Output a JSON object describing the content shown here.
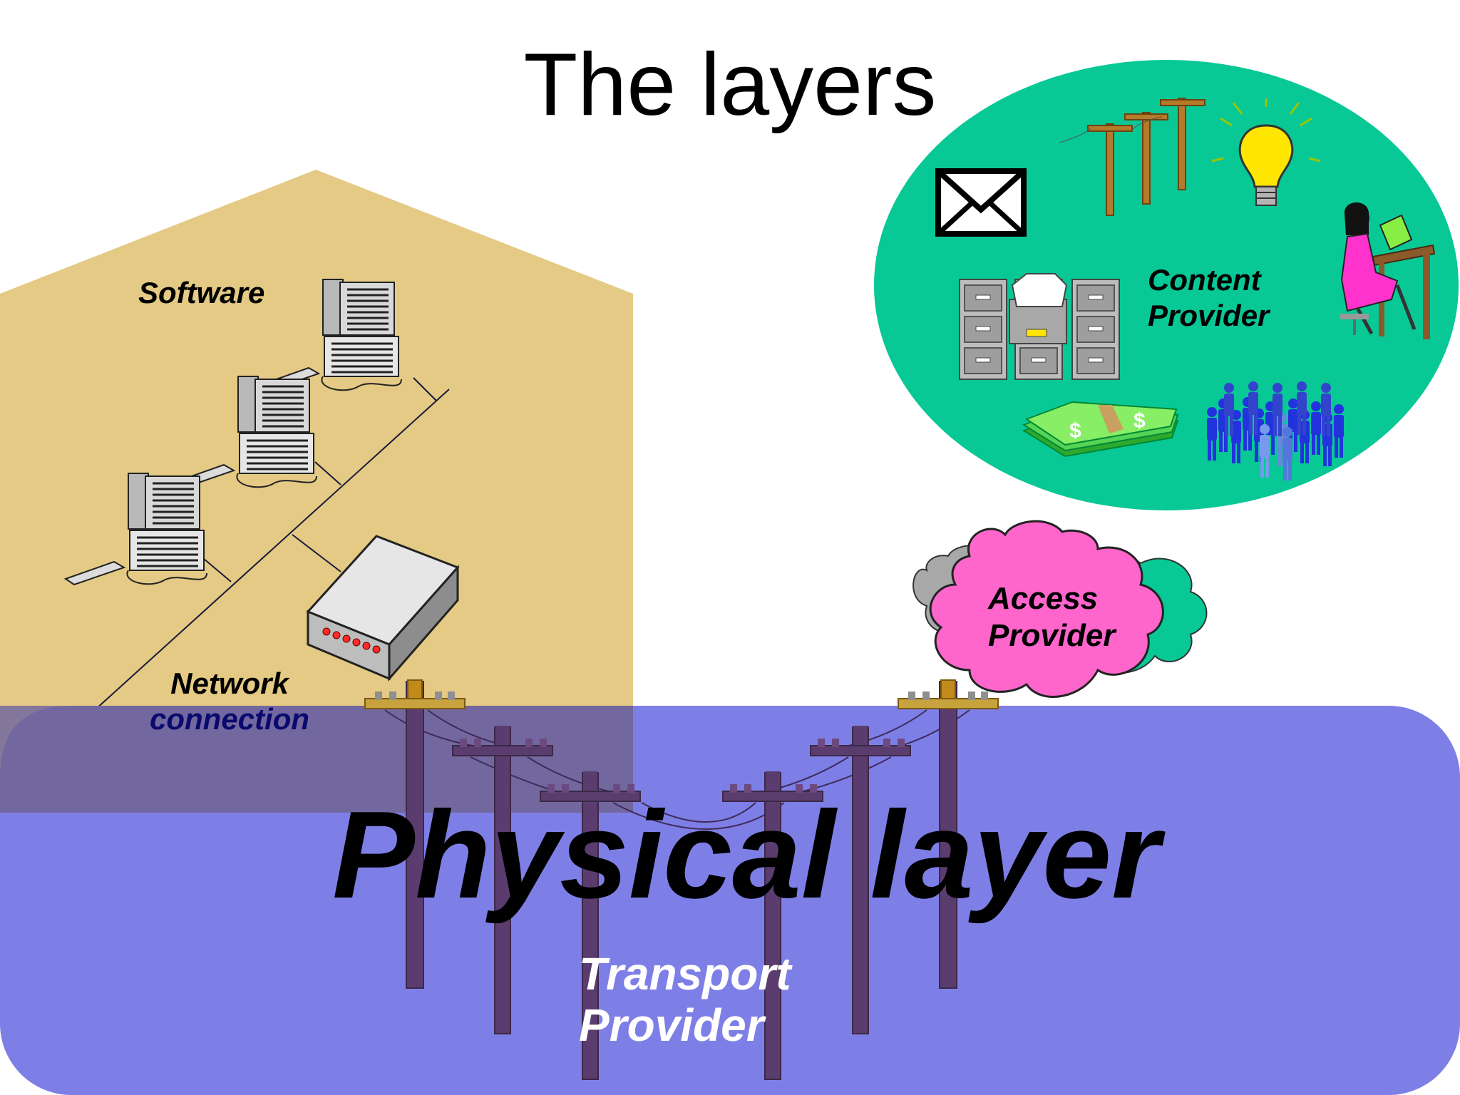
{
  "title": "The layers",
  "labels": {
    "software": "Software",
    "network_line1": "Network",
    "network_line2": "connection",
    "content_line1": "Content",
    "content_line2": "Provider",
    "access_line1": "Access",
    "access_line2": "Provider",
    "physical": "Physical layer",
    "transport_line1": "Transport",
    "transport_line2": "Provider"
  },
  "colors": {
    "house": "#e4ca84",
    "content_ellipse": "#08c896",
    "physical_band": "#7e7fe6",
    "access_cloud": "#ff66cc",
    "poles": "#5a3d6e",
    "network_label": "#0a0a6e"
  },
  "icons": [
    "computer-icon",
    "modem-icon",
    "envelope-icon",
    "utility-pole-icon",
    "light-bulb-icon",
    "file-cabinet-icon",
    "reading-woman-icon",
    "money-icon",
    "crowd-icon",
    "cloud-icon"
  ]
}
